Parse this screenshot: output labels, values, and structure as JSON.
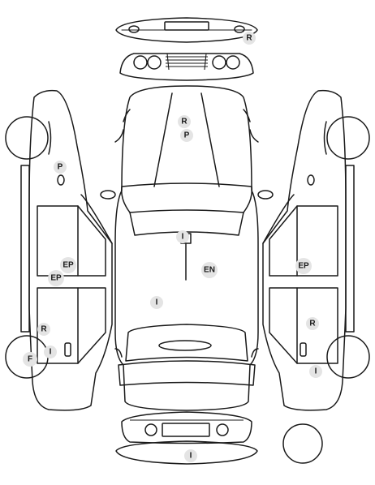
{
  "markers": {
    "rear_bumper_r": "R",
    "roof_r": "R",
    "roof_p": "P",
    "left_side_p": "P",
    "hood_i": "I",
    "engine_en": "EN",
    "left_door_ep1": "EP",
    "left_door_ep2": "EP",
    "right_door_ep": "EP",
    "floor_i": "I",
    "left_rear_r": "R",
    "left_rear_i": "I",
    "left_wheel_f": "F",
    "right_rear_r": "R",
    "right_wheel_i": "I",
    "front_bumper_i": "I"
  },
  "colors": {
    "line": "#1a1a1a",
    "marker_fill": "#e4e4e4"
  }
}
